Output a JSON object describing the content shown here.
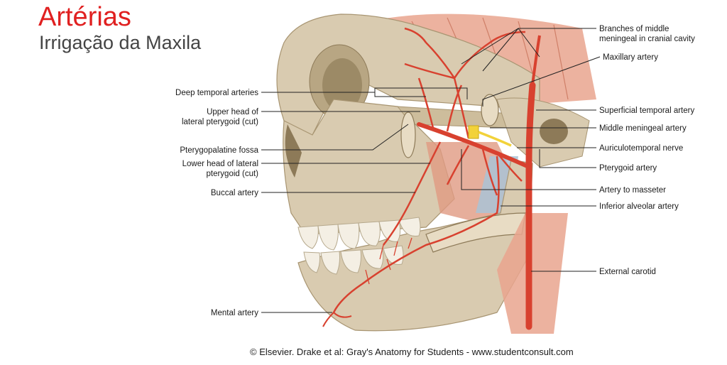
{
  "header": {
    "title": "Artérias",
    "subtitle": "Irrigação da Maxila"
  },
  "labels_left": [
    {
      "text": "Deep temporal arteries"
    },
    {
      "text": "Upper head of",
      "text2": "lateral pterygoid (cut)"
    },
    {
      "text": "Pterygopalatine fossa"
    },
    {
      "text": "Lower head of lateral",
      "text2": "pterygoid (cut)"
    },
    {
      "text": "Buccal artery"
    },
    {
      "text": "Mental artery"
    }
  ],
  "labels_right": [
    {
      "text": "Branches of middle",
      "text2": "meningeal in cranial cavity"
    },
    {
      "text": "Maxillary artery"
    },
    {
      "text": "Superficial temporal artery"
    },
    {
      "text": "Middle meningeal artery"
    },
    {
      "text": "Auriculotemporal nerve"
    },
    {
      "text": "Pterygoid artery"
    },
    {
      "text": "Artery to masseter"
    },
    {
      "text": "Inferior alveolar artery"
    },
    {
      "text": "External carotid"
    }
  ],
  "footer": {
    "credit": "© Elsevier. Drake et al: Gray's Anatomy for Students - www.studentconsult.com"
  },
  "colors": {
    "bone": "#d9cbb0",
    "bone_shadow": "#b8a683",
    "muscle": "#e9a48e",
    "artery": "#d8412f",
    "nerve": "#f2d23a",
    "vein_blue": "#a9c3d6",
    "title_red": "#e02020"
  }
}
